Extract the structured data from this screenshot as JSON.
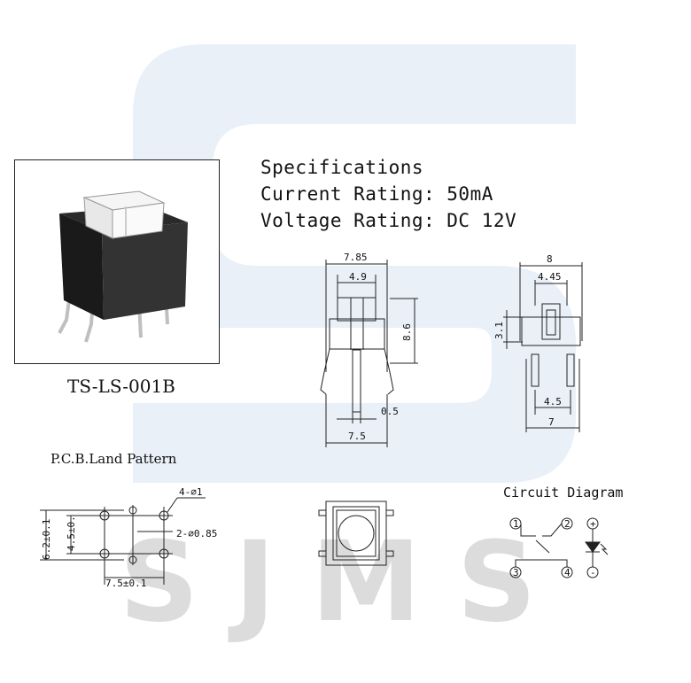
{
  "watermark": {
    "text": "SJMS",
    "color": "#e9f0f8",
    "text_color": "#d7d7d7"
  },
  "specs": {
    "title": "Specifications",
    "current": "Current Rating: 50mA",
    "voltage": "Voltage Rating: DC 12V"
  },
  "product": {
    "model": "TS-LS-001B"
  },
  "front_view": {
    "width_total": "7.85",
    "width_cap": "4.9",
    "height": "8.6",
    "pin_width": "0.5",
    "pin_span": "7.5"
  },
  "side_view": {
    "width_total": "8",
    "width_cap": "4.45",
    "cap_height": "3.1",
    "pin_span_inner": "4.5",
    "pin_span_outer": "7"
  },
  "pcb": {
    "title": "P.C.B.Land Pattern",
    "holes_large": "4-⌀1",
    "holes_small": "2-⌀0.85",
    "vertical_outer": "6.2±0.1",
    "vertical_inner": "4.5±0.",
    "horizontal": "7.5±0.1"
  },
  "circuit": {
    "title": "Circuit Diagram",
    "pins": [
      "1",
      "2",
      "3",
      "4"
    ],
    "led_plus": "+",
    "led_minus": "-"
  }
}
